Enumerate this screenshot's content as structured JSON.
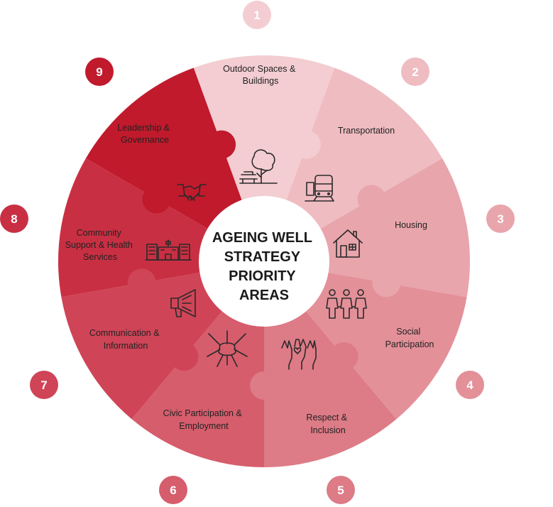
{
  "center": {
    "lines": [
      "AGEING WELL",
      "STRATEGY",
      "PRIORITY",
      "AREAS"
    ]
  },
  "colors": {
    "seg1": "#f3cdd1",
    "seg2": "#eebcc1",
    "seg3": "#e8a5ab",
    "seg4": "#e39099",
    "seg5": "#dd7b86",
    "seg6": "#d65d6c",
    "seg7": "#cf4457",
    "seg8": "#c92f42",
    "seg9": "#c01a2c"
  },
  "areas": [
    {
      "number": "1",
      "label_lines": [
        "Outdoor Spaces &",
        "Buildings"
      ],
      "icon": "tree-bench-icon"
    },
    {
      "number": "2",
      "label_lines": [
        "Transportation"
      ],
      "icon": "train-icon"
    },
    {
      "number": "3",
      "label_lines": [
        "Housing"
      ],
      "icon": "house-icon"
    },
    {
      "number": "4",
      "label_lines": [
        "Social",
        "Participation"
      ],
      "icon": "people-holding-hands-icon"
    },
    {
      "number": "5",
      "label_lines": [
        "Respect &",
        "Inclusion"
      ],
      "icon": "raised-hands-heart-icon"
    },
    {
      "number": "6",
      "label_lines": [
        "Civic Participation &",
        "Employment"
      ],
      "icon": "hands-together-icon"
    },
    {
      "number": "7",
      "label_lines": [
        "Communication &",
        "Information"
      ],
      "icon": "megaphone-icon"
    },
    {
      "number": "8",
      "label_lines": [
        "Community",
        "Support & Health",
        "Services"
      ],
      "icon": "hospital-building-icon"
    },
    {
      "number": "9",
      "label_lines": [
        "Leadership &",
        "Governance"
      ],
      "icon": "handshake-icon"
    }
  ]
}
